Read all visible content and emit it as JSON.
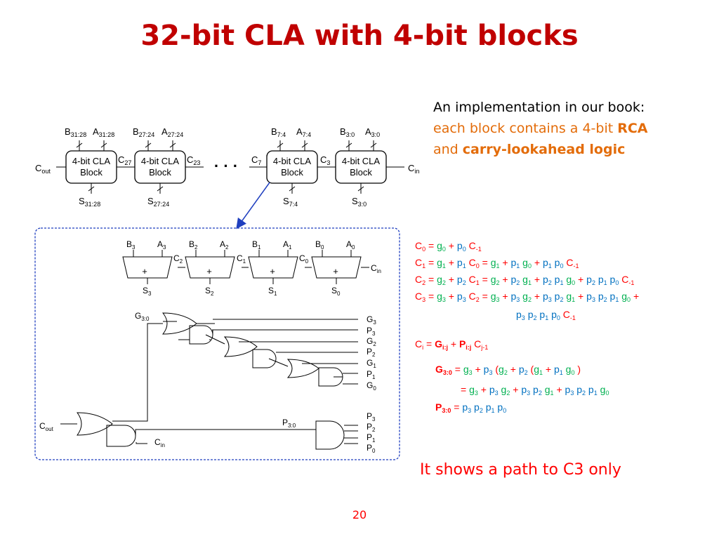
{
  "title": "32-bit CLA with 4-bit blocks",
  "description": {
    "line1": "An implementation in our book:",
    "line2_pre": "each block contains a 4-bit ",
    "line2_bold": "RCA",
    "line3_pre": "and ",
    "line3_bold": "carry-lookahead logic"
  },
  "top_diagram": {
    "block_line1": "4-bit CLA",
    "block_line2": "Block",
    "dots": "· · ·",
    "cout": "C",
    "cout_sub": "out",
    "cin": "C",
    "cin_sub": "in",
    "blocks": [
      {
        "b": "B",
        "b_sub": "31:28",
        "a": "A",
        "a_sub": "31:28",
        "s": "S",
        "s_sub": "31:28"
      },
      {
        "b": "B",
        "b_sub": "27:24",
        "a": "A",
        "a_sub": "27:24",
        "s": "S",
        "s_sub": "27:24"
      },
      {
        "b": "B",
        "b_sub": "7:4",
        "a": "A",
        "a_sub": "7:4",
        "s": "S",
        "s_sub": "7:4"
      },
      {
        "b": "B",
        "b_sub": "3:0",
        "a": "A",
        "a_sub": "3:0",
        "s": "S",
        "s_sub": "3:0"
      }
    ],
    "carries": [
      {
        "c": "C",
        "sub": "27"
      },
      {
        "c": "C",
        "sub": "23"
      },
      {
        "c": "C",
        "sub": "7"
      },
      {
        "c": "C",
        "sub": "3"
      }
    ]
  },
  "detail_diagram": {
    "adder_symbol": "+",
    "adders": [
      {
        "b": "B",
        "b_sub": "3",
        "a": "A",
        "a_sub": "3",
        "s": "S",
        "s_sub": "3"
      },
      {
        "b": "B",
        "b_sub": "2",
        "a": "A",
        "a_sub": "2",
        "s": "S",
        "s_sub": "2"
      },
      {
        "b": "B",
        "b_sub": "1",
        "a": "A",
        "a_sub": "1",
        "s": "S",
        "s_sub": "1"
      },
      {
        "b": "B",
        "b_sub": "0",
        "a": "A",
        "a_sub": "0",
        "s": "S",
        "s_sub": "0"
      }
    ],
    "carries": [
      {
        "c": "C",
        "sub": "2"
      },
      {
        "c": "C",
        "sub": "1"
      },
      {
        "c": "C",
        "sub": "0"
      }
    ],
    "cin": "C",
    "cin_sub": "in",
    "g30": "G",
    "g30_sub": "3:0",
    "p30": "P",
    "p30_sub": "3:0",
    "cout": "C",
    "cout_sub": "out",
    "cin2": "C",
    "cin2_sub": "in",
    "gp_inputs": [
      {
        "l": "G",
        "s": "3"
      },
      {
        "l": "P",
        "s": "3"
      },
      {
        "l": "G",
        "s": "2"
      },
      {
        "l": "P",
        "s": "2"
      },
      {
        "l": "G",
        "s": "1"
      },
      {
        "l": "P",
        "s": "1"
      },
      {
        "l": "G",
        "s": "0"
      }
    ],
    "p_inputs": [
      {
        "l": "P",
        "s": "3"
      },
      {
        "l": "P",
        "s": "2"
      },
      {
        "l": "P",
        "s": "1"
      },
      {
        "l": "P",
        "s": "0"
      }
    ]
  },
  "note": "It shows a path to C3 only",
  "page_number": "20",
  "colors": {
    "title": "#c00000",
    "red": "#ff0000",
    "green": "#00b050",
    "blue": "#0070c0",
    "orange": "#e36c0a",
    "dashed_box": "#1f3fbf"
  }
}
